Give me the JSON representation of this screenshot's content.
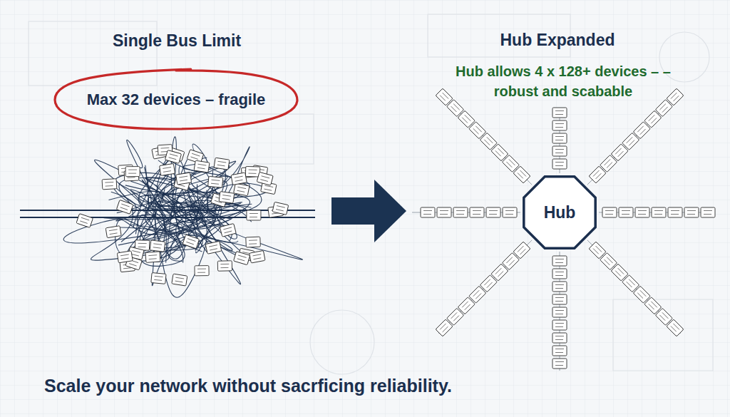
{
  "diagram": {
    "caption": "Scale your network without sacrficing reliability.",
    "nodes": [
      {
        "text": [
          "Max 32 devices – fragile"
        ]
      },
      {
        "text": [
          "Hub"
        ]
      }
    ],
    "labels": [
      "Single Bus Limit",
      "Hub Expanded",
      "Hub allows 4 x 128+ devices – – robust and scabable"
    ]
  }
}
